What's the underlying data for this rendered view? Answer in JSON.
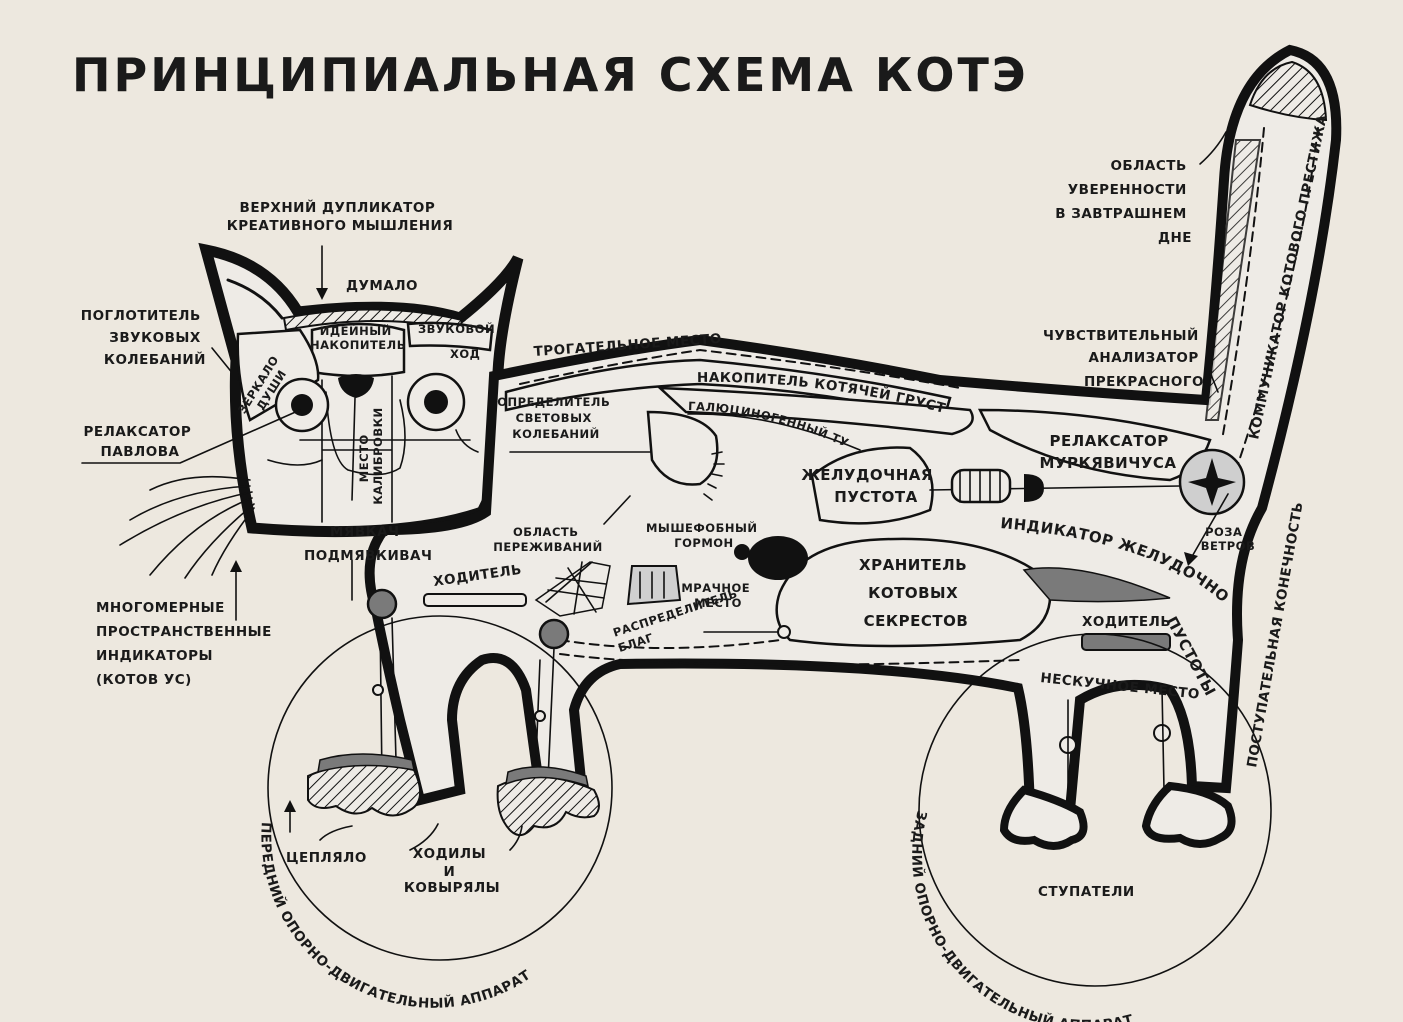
{
  "title": "ПРИНЦИПИАЛЬНАЯ СХЕМА КОТЭ",
  "colors": {
    "background": "#ede8df",
    "ink": "#111111",
    "body_fill": "#eeebe6"
  },
  "labels": {
    "upper_duplicator": [
      "ВЕРХНИЙ ДУПЛИКАТОР",
      "КРЕАТИВНОГО МЫШЛЕНИЯ"
    ],
    "dumalo": "ДУМАЛО",
    "sound_absorber": [
      "ПОГЛОТИТЕЛЬ",
      "ЗВУКОВЫХ",
      "КОЛЕБАНИЙ"
    ],
    "idea_storage": [
      "ИДЕЙНЫЙ",
      "НАКОПИТЕЛЬ"
    ],
    "sound_passage": [
      "ЗВУКОВОЙ",
      "ХОД"
    ],
    "soul_mirror": [
      "ЗЕРКАЛО",
      "ДУШИ"
    ],
    "pavlov_relaxer": [
      "РЕЛАКСАТОР",
      "ПАВЛОВА"
    ],
    "calibration_spot": [
      "МЕСТО",
      "КАЛИБРОВКИ"
    ],
    "light_detector": [
      "ОПРЕДЕЛИТЕЛЬ",
      "СВЕТОВЫХ",
      "КОЛЕБАНИЙ"
    ],
    "touching_spot": "ТРОГАТЕЛЬНОЕ МЕСТО",
    "kitten_sadness": "НАКОПИТЕЛЬ КОТЯЧЕЙ ГРУСТИ",
    "hallucinogenic_tunnel": "ГАЛЮЦИНОГЕННЫЙ ТУННЕЛЬ",
    "stomach_void": [
      "ЖЕЛУДОЧНАЯ",
      "ПУСТОТА"
    ],
    "meow": "МЯВКАЧ",
    "under_meow": "ПОДМЯВКИВАЧ",
    "worry_area": [
      "ОБЛАСТЬ",
      "ПЕРЕЖИВАНИЙ"
    ],
    "mousephobic_hormone": [
      "МЫШЕФОБНЫЙ",
      "ГОРМОН"
    ],
    "gloomy_spot": [
      "МРАЧНОЕ",
      "МЕСТО"
    ],
    "goods_distributor": [
      "РАСПРЕДЕЛИТЕЛЬ",
      "БЛАГ"
    ],
    "walker_front": "ХОДИТЕЛЬ",
    "secrets_keeper": [
      "ХРАНИТЕЛЬ",
      "КОТОВЫХ",
      "СЕКРЕСТОВ"
    ],
    "multidim_indicators": [
      "МНОГОМЕРНЫЕ",
      "ПРОСТРАНСТВЕННЫЕ",
      "ИНДИКАТОРЫ",
      "(КОТОВ УС)"
    ],
    "confidence_area": [
      "ОБЛАСТЬ",
      "УВЕРЕННОСТИ",
      "В ЗАВТРАШНЕМ",
      "ДНЕ"
    ],
    "prestige_communicator": "КОММУНИКАТОР КОТОВОГО ПРЕСТИЖА",
    "beauty_analyzer": [
      "ЧУВСТВИТЕЛЬНЫЙ",
      "АНАЛИЗАТОР",
      "ПРЕКРАСНОГО"
    ],
    "murkyavichus_relaxer": [
      "РЕЛАКСАТОР",
      "МУРКЯВИЧУСА"
    ],
    "stomach_indicator": [
      "ИНДИКАТОР ЖЕЛУДОЧНОЙ",
      "ПУСТОТЫ"
    ],
    "wind_rose": [
      "РОЗА",
      "ВЕТРОВ"
    ],
    "walker_rear": "ХОДИТЕЛЬ",
    "not_boring_spot": "НЕСКУЧНОЕ МЕСТО",
    "stepping_limb": "ПОСТУПАТЕЛЬНАЯ КОНЕЧНОСТЬ",
    "clinger": "ЦЕПЛЯЛО",
    "walkers_diggers": [
      "ХОДИЛЫ",
      "И",
      "КОВЫРЯЛЫ"
    ],
    "steppers": "СТУПАТЕЛИ",
    "front_apparatus": "ПЕРЕДНИЙ ОПОРНО-ДВИГАТЕЛЬНЫЙ АППАРАТ",
    "rear_apparatus": "ЗАДНИЙ ОПОРНО-ДВИГАТЕЛЬНЫЙ АППАРАТ"
  }
}
